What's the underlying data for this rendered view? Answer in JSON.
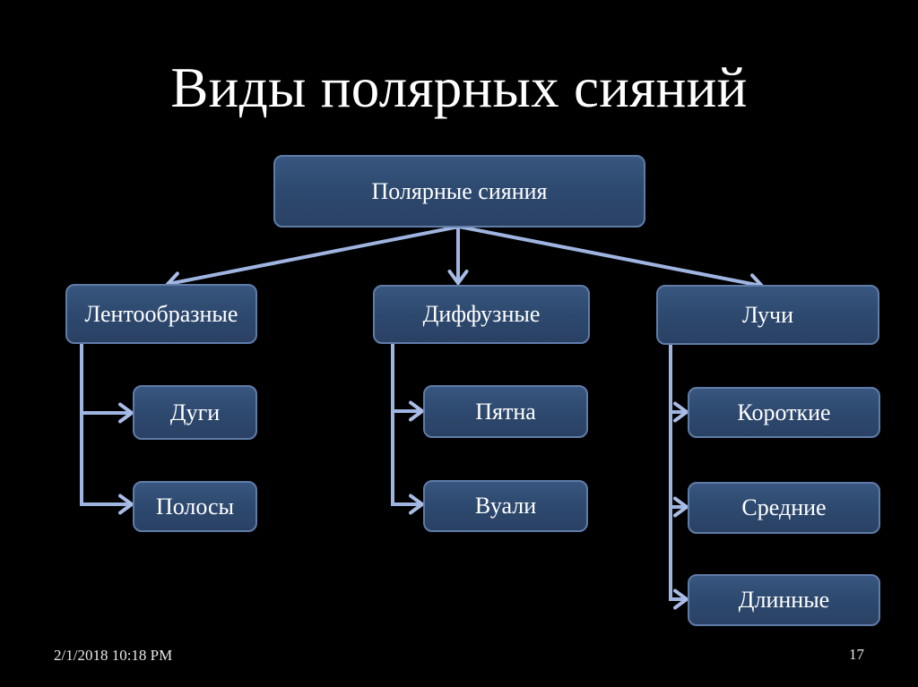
{
  "slide": {
    "title": "Виды полярных сияний",
    "footer": {
      "datetime": "2/1/2018 10:18 PM",
      "page_number": "17"
    }
  },
  "diagram": {
    "type": "hierarchy",
    "root": {
      "label": "Полярные сияния"
    },
    "branches": [
      {
        "label": "Лентообразные",
        "children": [
          {
            "label": "Дуги"
          },
          {
            "label": "Полосы"
          }
        ]
      },
      {
        "label": "Диффузные",
        "children": [
          {
            "label": "Пятна"
          },
          {
            "label": "Вуали"
          }
        ]
      },
      {
        "label": "Лучи",
        "children": [
          {
            "label": "Короткие"
          },
          {
            "label": "Средние"
          },
          {
            "label": "Длинные"
          }
        ]
      }
    ]
  },
  "colors": {
    "background": "#000000",
    "box_fill_top": "#38567f",
    "box_fill_bottom": "#2a4164",
    "box_border": "#5f7ca8",
    "connector": "#9fb4e0",
    "text": "#ffffff"
  }
}
